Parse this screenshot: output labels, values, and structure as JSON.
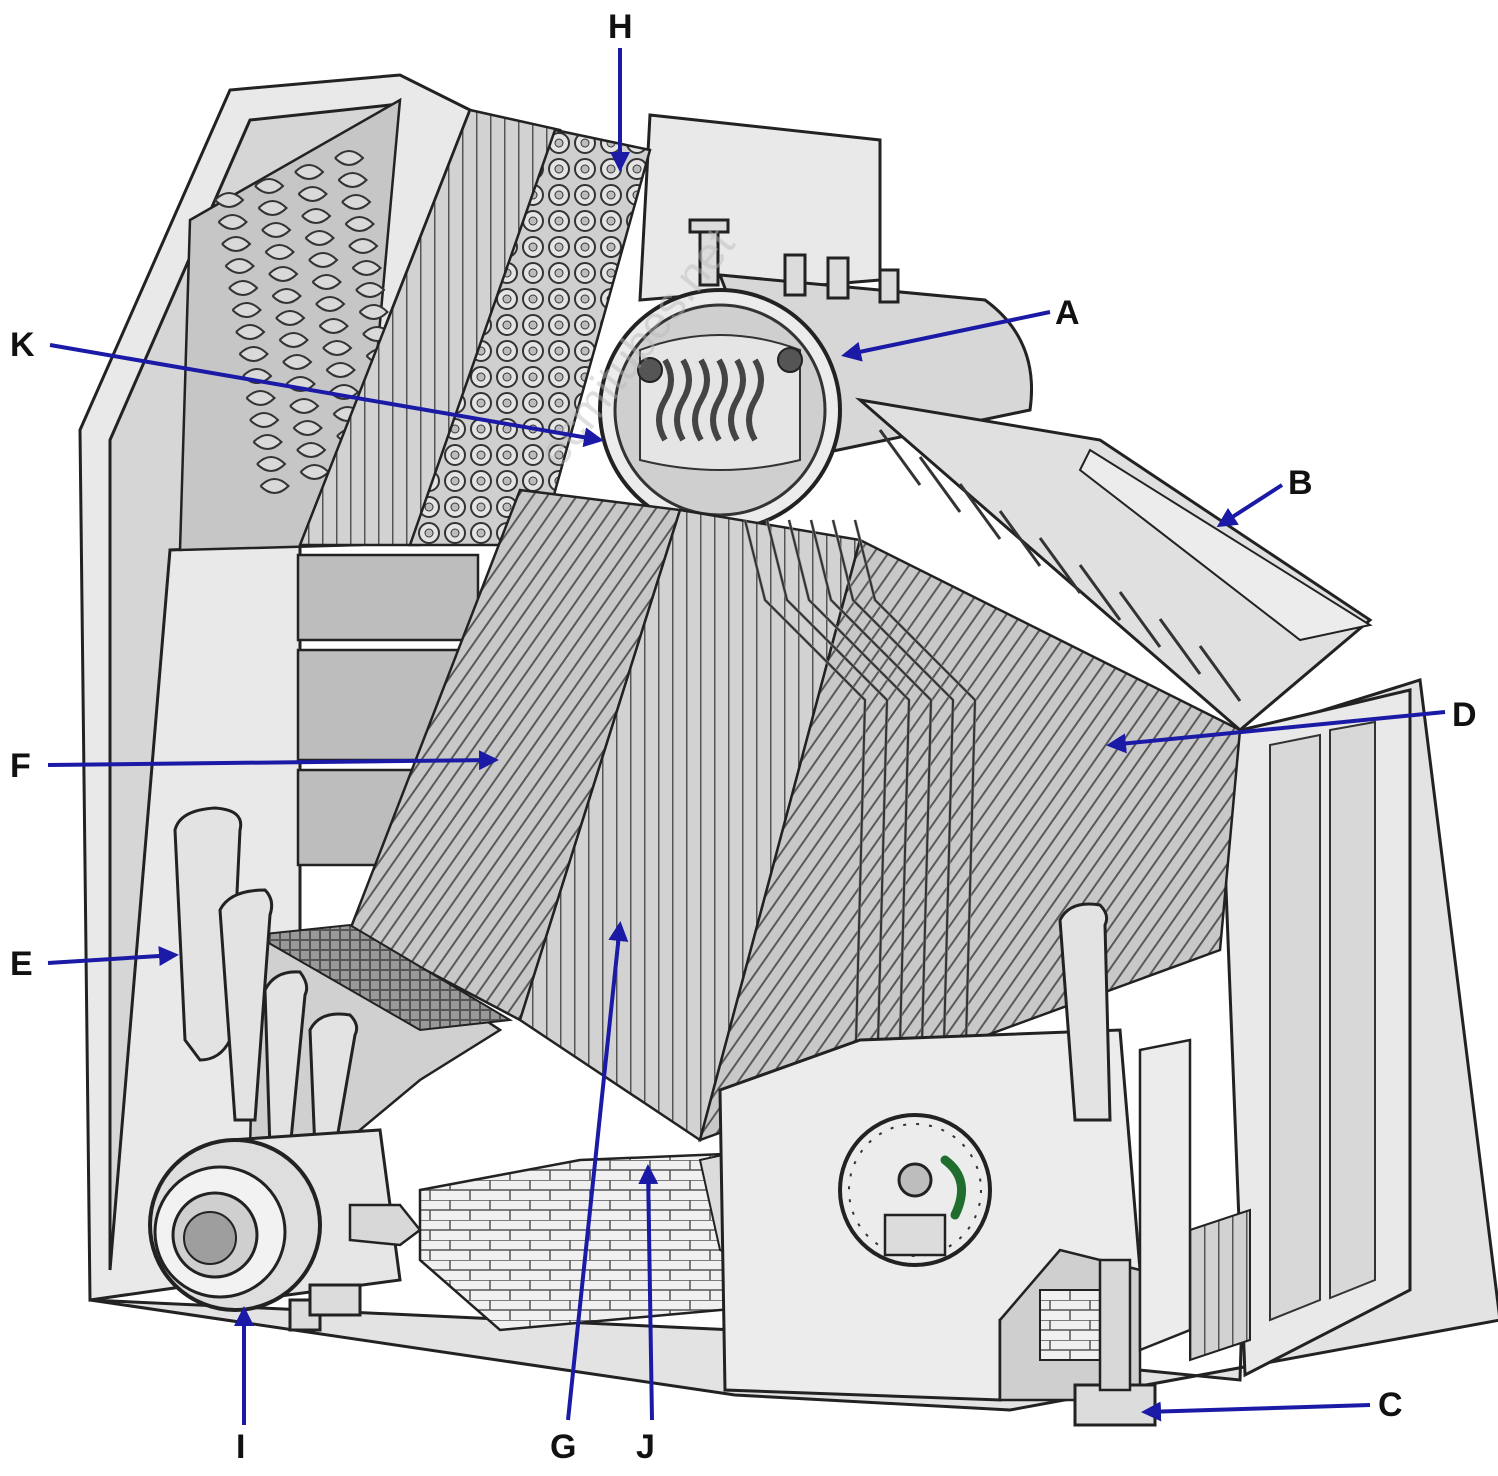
{
  "figure": {
    "watermark": "ecmitubes.net",
    "callouts": [
      {
        "id": "A",
        "label": "A"
      },
      {
        "id": "B",
        "label": "B"
      },
      {
        "id": "C",
        "label": "C"
      },
      {
        "id": "D",
        "label": "D"
      },
      {
        "id": "E",
        "label": "E"
      },
      {
        "id": "F",
        "label": "F"
      },
      {
        "id": "G",
        "label": "G"
      },
      {
        "id": "H",
        "label": "H"
      },
      {
        "id": "I",
        "label": "I"
      },
      {
        "id": "J",
        "label": "J"
      },
      {
        "id": "K",
        "label": "K"
      }
    ],
    "colors": {
      "arrow": "#1a1aa6",
      "label": "#111111",
      "casing": "#e9e9e9",
      "outline": "#222222",
      "accent_green": "#1f6e2e"
    }
  }
}
